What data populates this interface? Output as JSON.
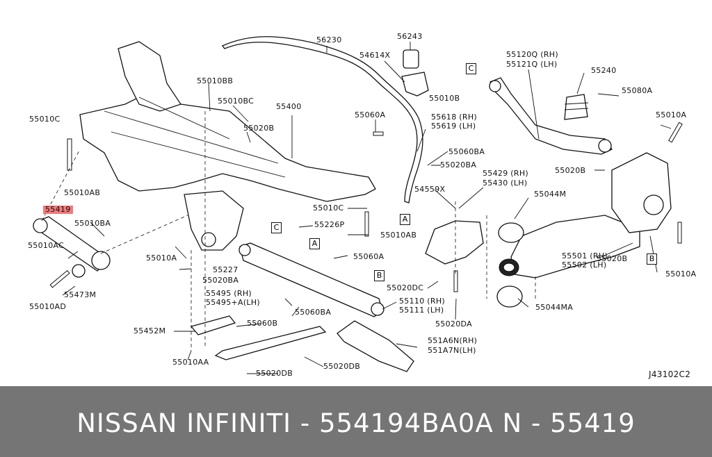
{
  "diagram_code": "J43102C2",
  "highlight_color": "#f07a7a",
  "footer": {
    "text": "NISSAN  INFINITI - 554194BA0A     N - 55419",
    "background": "#757575"
  },
  "callout_boxes": [
    "A",
    "A",
    "B",
    "B",
    "C",
    "C"
  ],
  "part_labels": [
    {
      "id": "l01",
      "text": "56230"
    },
    {
      "id": "l02",
      "text": "56243"
    },
    {
      "id": "l03",
      "text": "54614X"
    },
    {
      "id": "l04",
      "text": "55010B"
    },
    {
      "id": "l05",
      "text": "55120Q (RH)"
    },
    {
      "id": "l06",
      "text": "55121Q (LH)"
    },
    {
      "id": "l07",
      "text": "55240"
    },
    {
      "id": "l08",
      "text": "55080A"
    },
    {
      "id": "l09",
      "text": "55010BB"
    },
    {
      "id": "l10",
      "text": "55010BC"
    },
    {
      "id": "l11",
      "text": "55400"
    },
    {
      "id": "l12",
      "text": "55020B"
    },
    {
      "id": "l13",
      "text": "55060A"
    },
    {
      "id": "l14",
      "text": "55618 (RH)"
    },
    {
      "id": "l15",
      "text": "55619 (LH)"
    },
    {
      "id": "l16",
      "text": "55010A"
    },
    {
      "id": "l17",
      "text": "55010C"
    },
    {
      "id": "l18",
      "text": "55060BA"
    },
    {
      "id": "l19",
      "text": "55020BA"
    },
    {
      "id": "l20",
      "text": "55020B"
    },
    {
      "id": "l21",
      "text": "55010AB"
    },
    {
      "id": "l22",
      "text": "55429 (RH)"
    },
    {
      "id": "l23",
      "text": "55430 (LH)"
    },
    {
      "id": "l24",
      "text": "54559X"
    },
    {
      "id": "l25",
      "text": "55044M"
    },
    {
      "id": "l26",
      "text": "55419"
    },
    {
      "id": "l27",
      "text": "55010BA"
    },
    {
      "id": "l28",
      "text": "55010C"
    },
    {
      "id": "l29",
      "text": "55226P"
    },
    {
      "id": "l30",
      "text": "55010AC"
    },
    {
      "id": "l31",
      "text": "55010AB"
    },
    {
      "id": "l32",
      "text": "55010A"
    },
    {
      "id": "l33",
      "text": "55060A"
    },
    {
      "id": "l34",
      "text": "55501 (RH)"
    },
    {
      "id": "l35",
      "text": "55502 (LH)"
    },
    {
      "id": "l36",
      "text": "55020B"
    },
    {
      "id": "l37",
      "text": "55010A"
    },
    {
      "id": "l38",
      "text": "55227"
    },
    {
      "id": "l39",
      "text": "55020BA"
    },
    {
      "id": "l40",
      "text": "55473M"
    },
    {
      "id": "l41",
      "text": "55020DC"
    },
    {
      "id": "l42",
      "text": "55495 (RH)"
    },
    {
      "id": "l43",
      "text": "55495+A(LH)"
    },
    {
      "id": "l44",
      "text": "55110 (RH)"
    },
    {
      "id": "l45",
      "text": "55111 (LH)"
    },
    {
      "id": "l46",
      "text": "55010AD"
    },
    {
      "id": "l47",
      "text": "55060BA"
    },
    {
      "id": "l48",
      "text": "55044MA"
    },
    {
      "id": "l49",
      "text": "55020DA"
    },
    {
      "id": "l50",
      "text": "55060B"
    },
    {
      "id": "l51",
      "text": "55452M"
    },
    {
      "id": "l52",
      "text": "551A6N(RH)"
    },
    {
      "id": "l53",
      "text": "551A7N(LH)"
    },
    {
      "id": "l54",
      "text": "55010AA"
    },
    {
      "id": "l55",
      "text": "55020DB"
    },
    {
      "id": "l56",
      "text": "55020DB"
    }
  ]
}
